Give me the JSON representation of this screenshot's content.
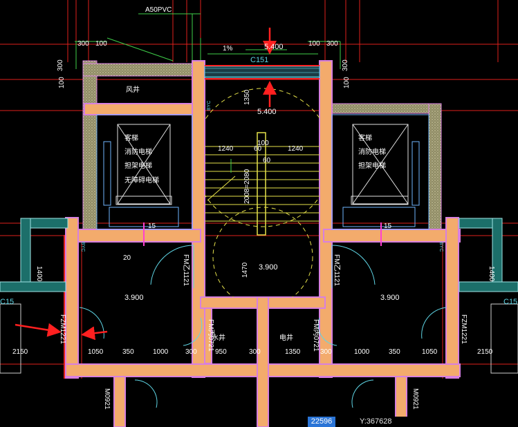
{
  "colors": {
    "background": "#000000",
    "grid_red": "#e0201c",
    "wall_orange": "#f3ab6c",
    "wall_outline": "#d77fe0",
    "wall_khaki": "#a8a47c",
    "stair_yellow": "#e6e24a",
    "door_cyan": "#5fd6e6",
    "arrow_red": "#ff2020"
  },
  "labels": {
    "vent_cap": "A50PVC",
    "dim_tl_300": "300",
    "dim_tl_100": "100",
    "dim_tl_v300": "300",
    "dim_tl_v100": "100",
    "dim_tr_100": "100",
    "dim_tr_300": "300",
    "dim_tr_v300": "300",
    "dim_tr_v100": "100",
    "slope": "1%",
    "roof_level": "5.400",
    "window_tag": "C151",
    "shaft_left": "风井",
    "stair_dim_1350": "1350",
    "landing_level": "5.400",
    "stair_dim_100": "100",
    "stair_dim_1240_left": "1240",
    "stair_dim_60_top": "60",
    "stair_dim_1240_right": "1240",
    "stair_dim_60_bottom": "60",
    "stair_run": "2008=2080",
    "byc_tag": "BYC",
    "elev_left_1": "客梯",
    "elev_left_2": "消防电梯",
    "elev_left_3": "担架电梯",
    "elev_left_4": "无障碍电梯",
    "elev_right_1": "客梯",
    "elev_right_2": "消防电梯",
    "elev_right_3": "担架电梯",
    "step_left": "15",
    "step_right": "15",
    "dim_1400_left": "1400",
    "dim_1400_right": "1400",
    "door_fm_left": "FM乙1121",
    "door_fm_right": "FM乙1121",
    "wall_note": "20",
    "level_left": "3.900",
    "level_center": "3.900",
    "level_right": "3.900",
    "dim_1470": "1470",
    "dim_2150_left": "2150",
    "dim_2150_right": "2150",
    "dim_b_1050_l": "1050",
    "dim_b_350_l": "350",
    "dim_b_1000_l": "1000",
    "dim_b_300_1": "300",
    "dim_b_950": "950",
    "dim_b_300_2": "300",
    "dim_b_1350": "1350",
    "dim_b_300_3": "300",
    "dim_b_1000_r": "1000",
    "dim_b_350_r": "350",
    "dim_b_1050_r": "1050",
    "door_fzm_left": "FZM1221",
    "door_fzm_right": "FZM1221",
    "door_m_left": "M0921",
    "door_m_right": "M0921",
    "water_shaft": "水井",
    "elec_shaft": "电井",
    "door_fmb_left": "FM丙0721",
    "door_fmb_right": "FM丙0721",
    "edge_tag_left": "C15",
    "edge_tag_right": "C15"
  },
  "status": {
    "coord_x": "22596",
    "coord_y": "Y:367628"
  }
}
